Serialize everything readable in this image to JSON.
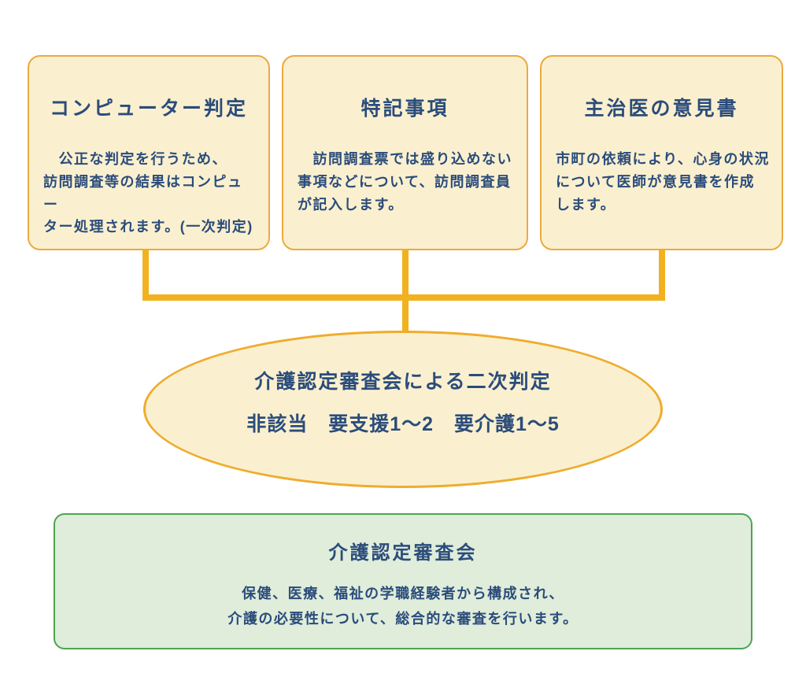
{
  "colors": {
    "box_fill": "#FAF0CF",
    "box_border": "#ECA93F",
    "connector_gold": "#F2B11F",
    "ellipse_border": "#EFAC2E",
    "text_navy": "#2B4C7B",
    "committee_fill": "#DFEDDA",
    "committee_border": "#4BA553"
  },
  "boxes": [
    {
      "title": "コンピューター判定",
      "body": "　公正な判定を行うため、\n訪問調査等の結果はコンピュー\nター処理されます。(一次判定)"
    },
    {
      "title": "特記事項",
      "body": "　訪問調査票では盛り込めない\n事項などについて、訪問調査員\nが記入します。"
    },
    {
      "title": "主治医の意見書",
      "body": "市町の依頼により、心身の状況\nについて医師が意見書を作成\nします。"
    }
  ],
  "ellipse": {
    "title": "介護認定審査会による二次判定",
    "result": "非該当　要支援1〜2　要介護1〜5"
  },
  "committee": {
    "title": "介護認定審査会",
    "body": "保健、医療、福祉の学職経験者から構成され、\n介護の必要性について、総合的な審査を行います。"
  }
}
